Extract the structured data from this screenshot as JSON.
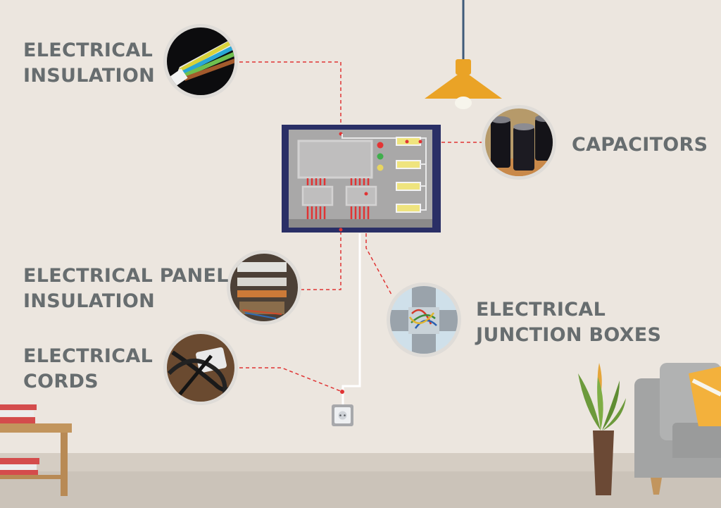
{
  "labels": {
    "electrical_insulation": [
      "ELECTRICAL",
      "INSULATION"
    ],
    "capacitors": [
      "CAPACITORS"
    ],
    "electrical_panel_insulation": [
      "ELECTRICAL PANEL",
      "INSULATION"
    ],
    "electrical_junction_boxes": [
      "ELECTRICAL",
      "JUNCTION BOXES"
    ],
    "electrical_cords": [
      "ELECTRICAL",
      "CORDS"
    ]
  },
  "colors": {
    "wall": "#ece6df",
    "floor": "#cbc3b9",
    "baseboard": "#d3cbc1",
    "label_text": "#676d6f",
    "panel_frame": "#2a2f66",
    "panel_body": "#a9a8a8",
    "connector": "#e03434",
    "lamp_shade": "#eaa326",
    "wood": "#b88a55",
    "sofa": "#a3a4a4",
    "cushion": "#f3b13c",
    "plant": "#6c9a3b"
  },
  "icons": {
    "insulation_photo": "colored-wires-icon",
    "capacitors_photo": "capacitor-cans-icon",
    "panel_photo": "breaker-panel-icon",
    "junction_photo": "junction-box-icon",
    "cords_photo": "power-cords-icon",
    "outlet": "wall-outlet-icon",
    "lamp": "pendant-lamp-icon"
  }
}
